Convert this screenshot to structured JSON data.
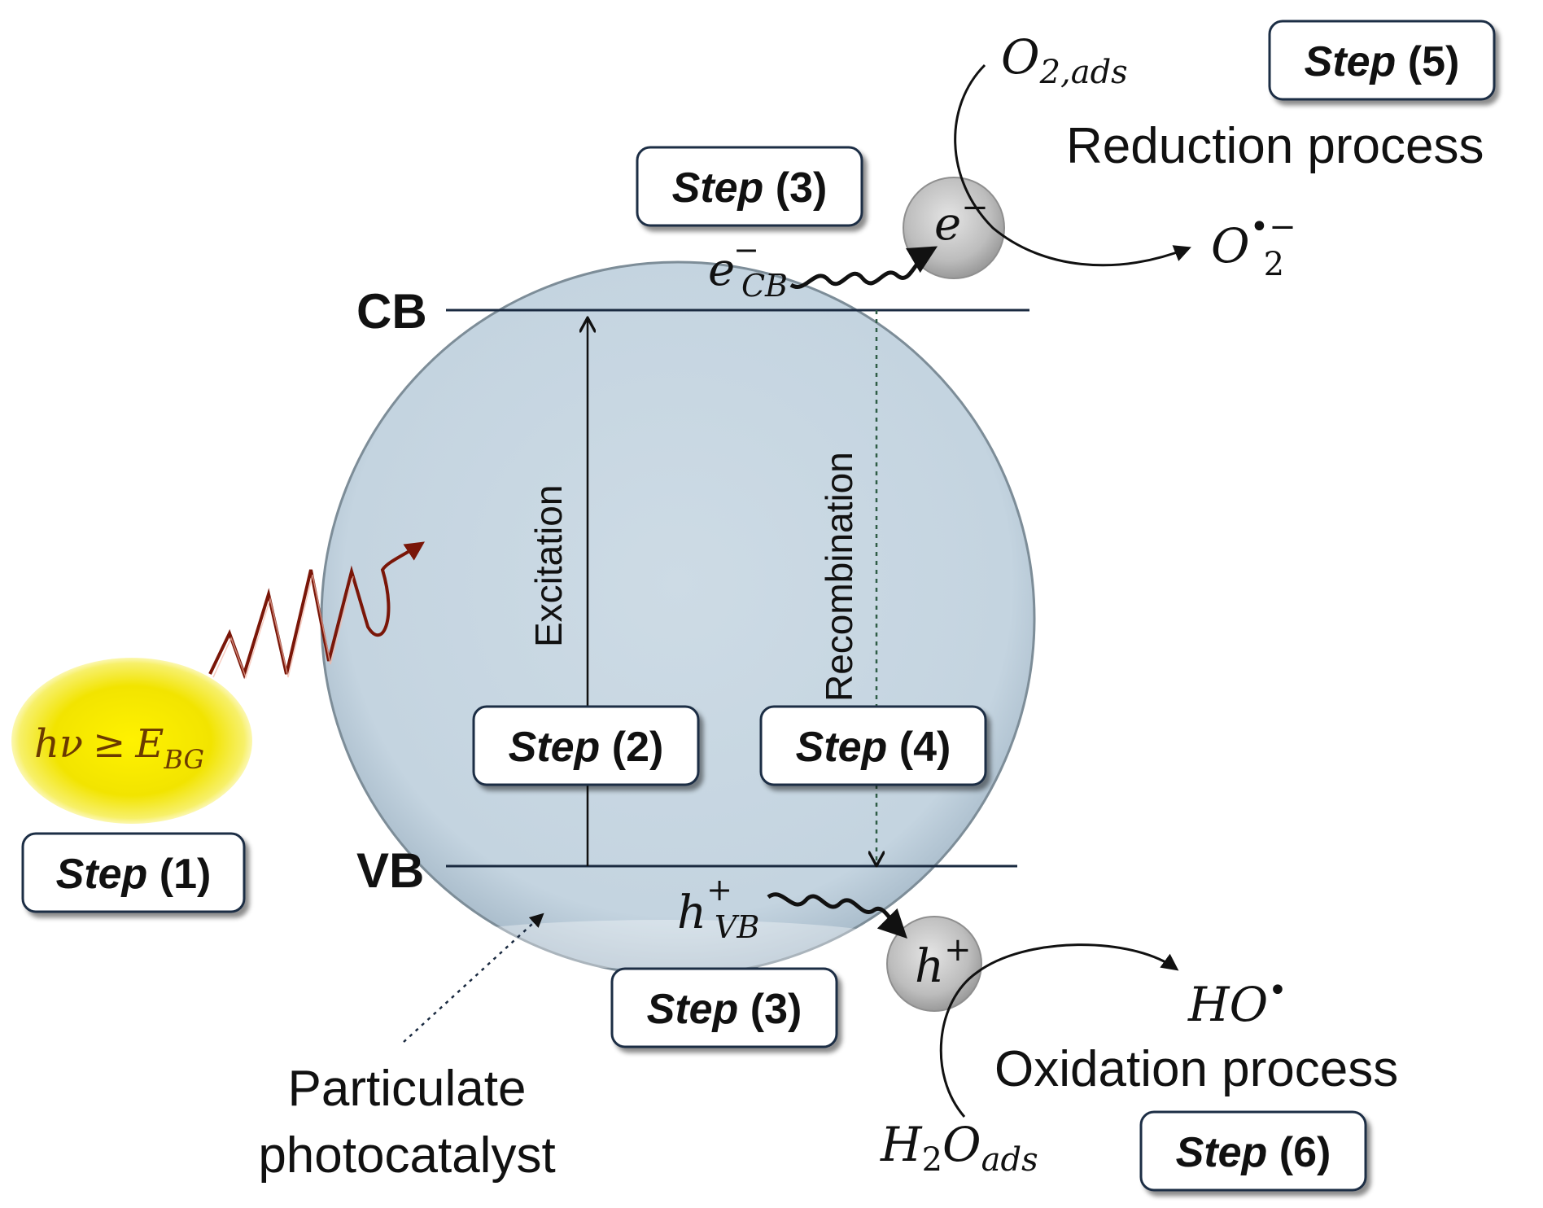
{
  "band_labels": {
    "cb": "CB",
    "vb": "VB"
  },
  "arrows": {
    "excitation": "Excitation",
    "recombination": "Recombination"
  },
  "steps": {
    "step1": {
      "keyword": "Step",
      "number": "(1)"
    },
    "step2": {
      "keyword": "Step",
      "number": "(2)"
    },
    "step3_top": {
      "keyword": "Step",
      "number": "(3)"
    },
    "step3_bottom": {
      "keyword": "Step",
      "number": "(3)"
    },
    "step4": {
      "keyword": "Step",
      "number": "(4)"
    },
    "step5": {
      "keyword": "Step",
      "number": "(5)"
    },
    "step6": {
      "keyword": "Step",
      "number": "(6)"
    }
  },
  "photon": {
    "h": "h",
    "nu": "ν",
    "geq": "≥",
    "E": "E",
    "sub": "BG"
  },
  "species": {
    "e_cb": {
      "base": "e",
      "sup": "−",
      "sub": "CB"
    },
    "h_vb": {
      "base": "h",
      "sup": "+",
      "sub": "VB"
    },
    "e_surface": {
      "base": "e",
      "sup": "−"
    },
    "h_surface": {
      "base": "h",
      "sup": "+"
    },
    "o2_ads": {
      "base": "O",
      "sub": "2,ads"
    },
    "o2_radical": {
      "base": "O",
      "sub": "2",
      "sup": "•−"
    },
    "h2o_ads": {
      "base1": "H",
      "sub1": "2",
      "base2": "O",
      "sub2": "ads"
    },
    "ho_radical": {
      "base": "HO",
      "sup": "•"
    }
  },
  "processes": {
    "reduction": "Reduction process",
    "oxidation": "Oxidation process"
  },
  "particle_label": {
    "line1": "Particulate",
    "line2": "photocatalyst"
  },
  "colors": {
    "particle_fill": "#c9d8e3",
    "photon_fill": "#f2e600",
    "photon_text": "#6b3a00",
    "wave": "#8a1a0a",
    "line": "#1a2a40",
    "recombination_line": "#2f5d46"
  }
}
